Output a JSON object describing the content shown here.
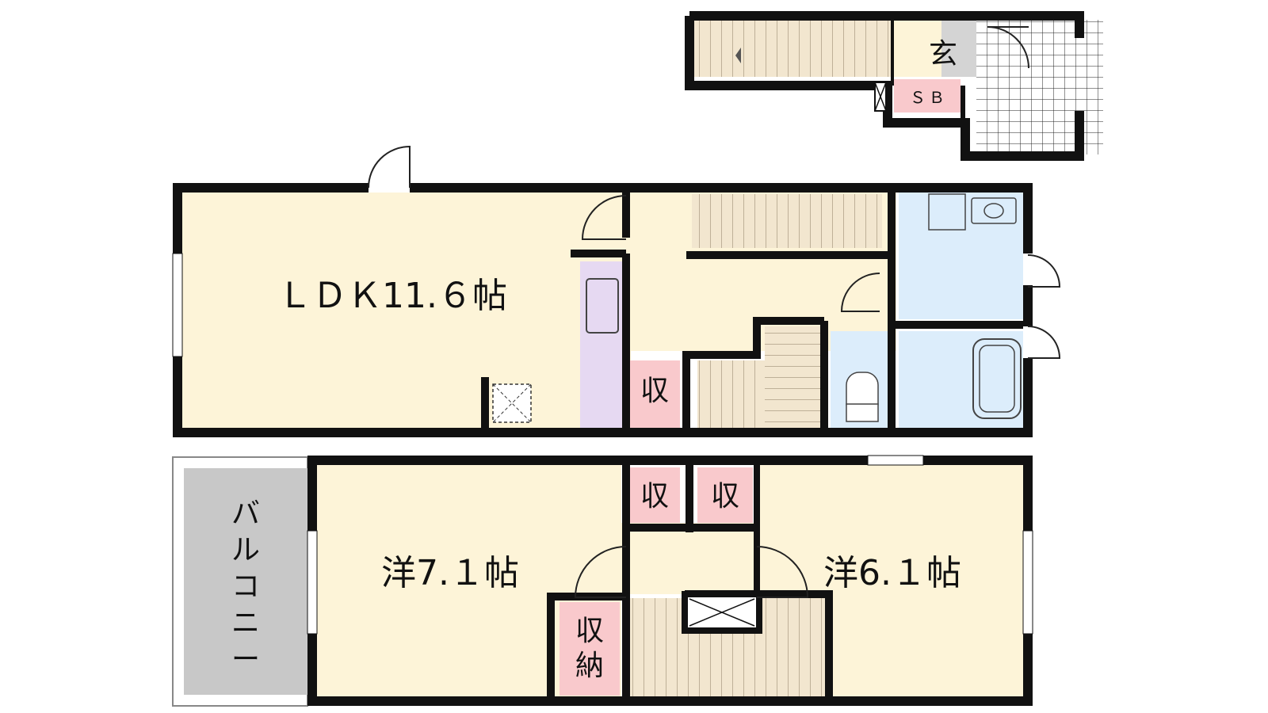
{
  "rooms": {
    "ldk": "ＬＤＫ11.６帖",
    "western_71": "洋7.１帖",
    "western_61": "洋6.１帖",
    "balcony": [
      "バ",
      "ル",
      "コ",
      "ニ",
      "ー"
    ],
    "entrance": "玄",
    "shoe_box": "ＳＢ",
    "storage": "収",
    "closet": [
      "収",
      "納"
    ]
  },
  "colors": {
    "room_fill": "#fdf4d8",
    "wet_fill": "#dcedfb",
    "storage_fill": "#f9c9cc",
    "kitchen_fill": "#e6d9f2",
    "stair_fill": "#f2e6cf",
    "balcony_fill": "#c8c8c8",
    "entrance_fill": "#d4d4d4",
    "wall": "#111111"
  }
}
